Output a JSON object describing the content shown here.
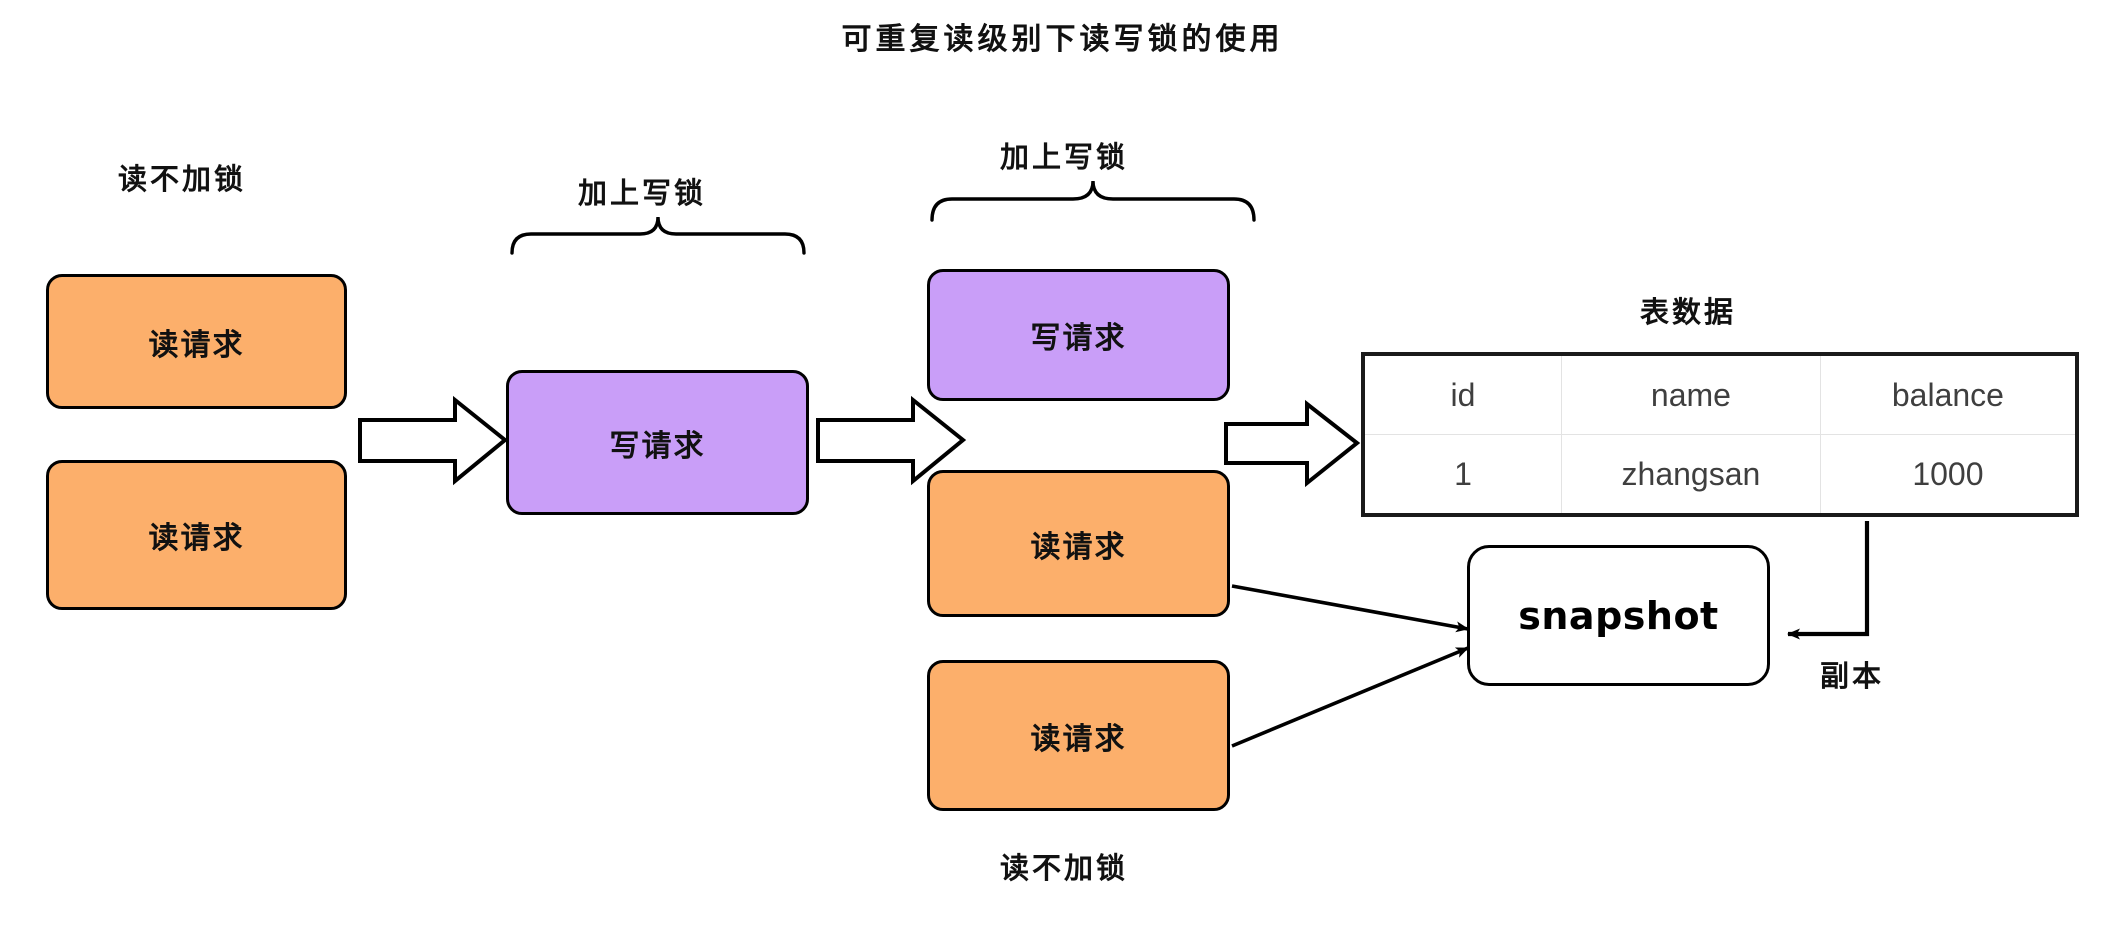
{
  "title": "可重复读级别下读写锁的使用",
  "captions": {
    "read_no_lock_left": "读不加锁",
    "write_lock_middle": "加上写锁",
    "write_lock_right": "加上写锁",
    "read_no_lock_bottom": "读不加锁",
    "table_title": "表数据",
    "copy_label": "副本"
  },
  "nodes": {
    "read_request": "读请求",
    "write_request": "写请求",
    "snapshot": "snapshot"
  },
  "table": {
    "columns": [
      "id",
      "name",
      "balance"
    ],
    "rows": [
      [
        "1",
        "zhangsan",
        "1000"
      ]
    ]
  },
  "colors": {
    "read_fill": "#FCAF6B",
    "write_fill": "#C99EF8",
    "stroke": "#000000",
    "background": "#FFFFFF"
  }
}
